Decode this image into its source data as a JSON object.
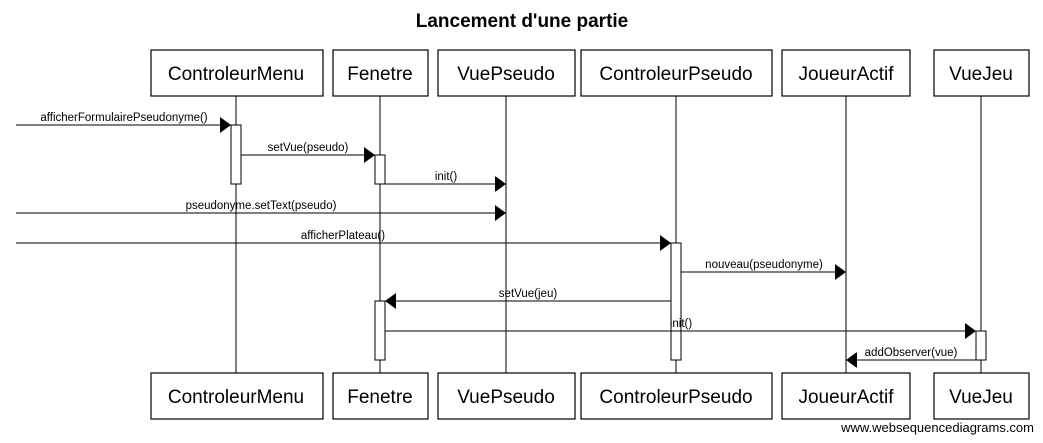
{
  "title": "Lancement d'une partie",
  "participants": [
    {
      "id": "ControleurMenu",
      "label": "ControleurMenu"
    },
    {
      "id": "Fenetre",
      "label": "Fenetre"
    },
    {
      "id": "VuePseudo",
      "label": "VuePseudo"
    },
    {
      "id": "ControleurPseudo",
      "label": "ControleurPseudo"
    },
    {
      "id": "JoueurActif",
      "label": "JoueurActif"
    },
    {
      "id": "VueJeu",
      "label": "VueJeu"
    }
  ],
  "messages": [
    {
      "from": null,
      "to": "ControleurMenu",
      "label": "afficherFormulairePseudonyme()"
    },
    {
      "from": "ControleurMenu",
      "to": "Fenetre",
      "label": "setVue(pseudo)"
    },
    {
      "from": "Fenetre",
      "to": "VuePseudo",
      "label": "init()"
    },
    {
      "from": null,
      "to": "VuePseudo",
      "label": "pseudonyme.setText(pseudo)"
    },
    {
      "from": null,
      "to": "ControleurPseudo",
      "label": "afficherPlateau()"
    },
    {
      "from": "ControleurPseudo",
      "to": "JoueurActif",
      "label": "nouveau(pseudonyme)"
    },
    {
      "from": "ControleurPseudo",
      "to": "Fenetre",
      "label": "setVue(jeu)"
    },
    {
      "from": "Fenetre",
      "to": "VueJeu",
      "label": "init()"
    },
    {
      "from": "VueJeu",
      "to": "JoueurActif",
      "label": "addObserver(vue)"
    }
  ],
  "watermark": "www.websequencediagrams.com"
}
